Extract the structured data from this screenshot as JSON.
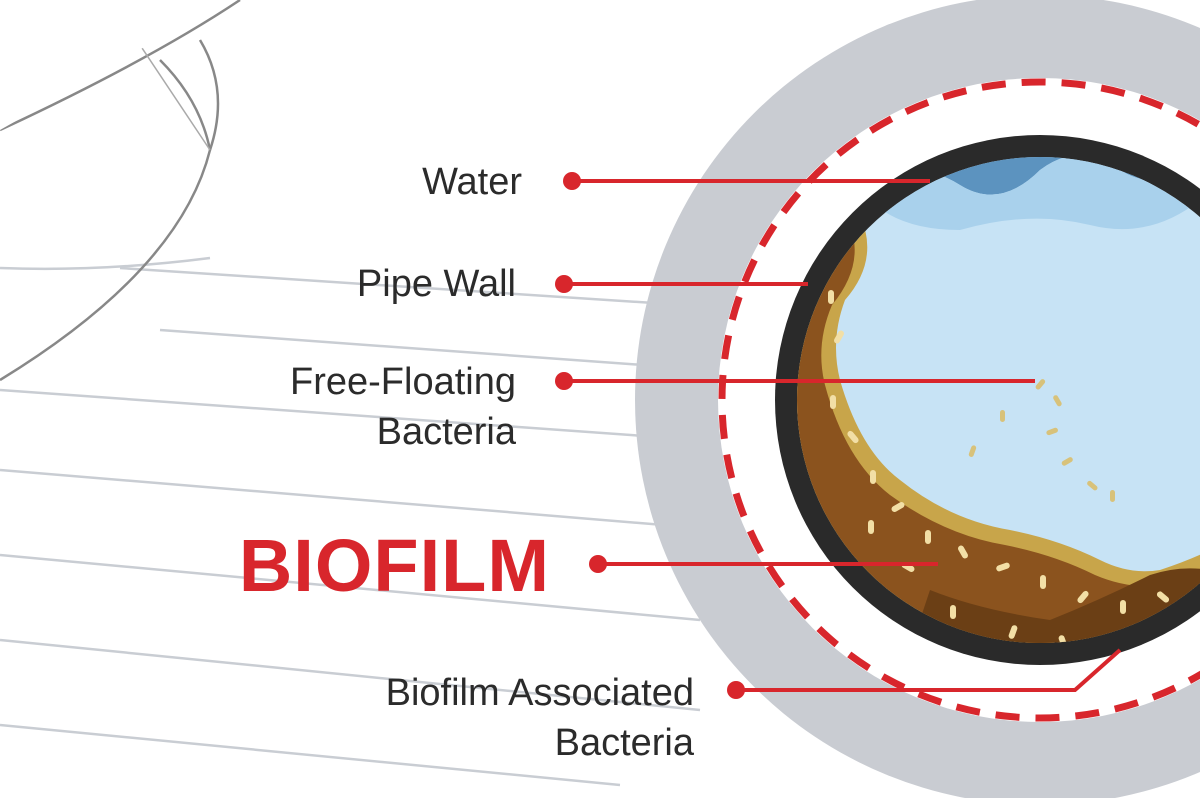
{
  "labels": {
    "water": "Water",
    "pipe_wall": "Pipe Wall",
    "free_floating_bacteria": "Free-Floating\nBacteria",
    "biofilm": "BIOFILM",
    "biofilm_associated_bacteria": "Biofilm Associated\nBacteria"
  },
  "colors": {
    "callout": "#d8262c",
    "pipe_outer": "#c9ccd2",
    "pipe_wall": "#2a2a2a",
    "water_light": "#c7e3f5",
    "water_dark": "#5c93bf",
    "biofilm": "#8b531e",
    "biofilm_edge": "#c8a54a",
    "bacteria": "#f2dfa6"
  }
}
